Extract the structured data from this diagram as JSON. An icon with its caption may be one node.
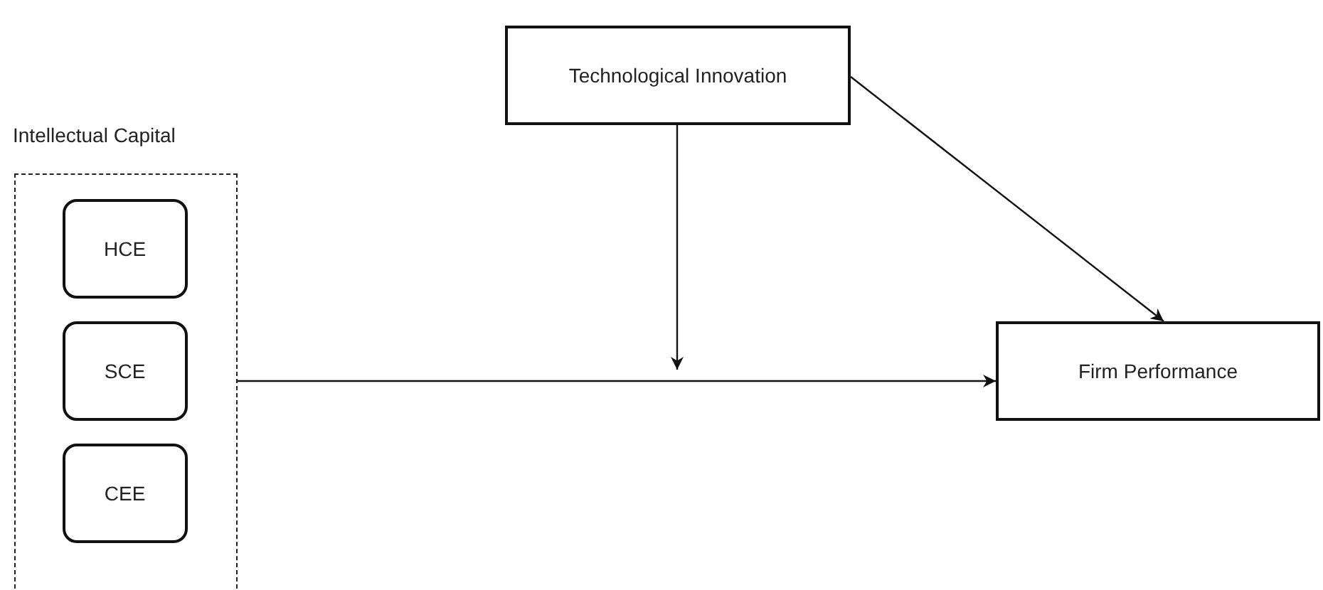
{
  "diagram": {
    "nodes": [
      {
        "text": [
          "Intellectual Capital"
        ]
      },
      {
        "text": [
          "HCE"
        ],
        "in": 0
      },
      {
        "text": [
          "SCE"
        ],
        "in": 0
      },
      {
        "text": [
          "CEE"
        ],
        "in": 0
      },
      {
        "text": [
          "Technological Innovation"
        ]
      },
      {
        "text": [
          "Firm Performance"
        ]
      }
    ],
    "edges": [
      {
        "from": 0,
        "to": 5,
        "arrow": "to"
      },
      {
        "from": 4,
        "to": null,
        "arrow": "to"
      },
      {
        "from": 4,
        "to": 5,
        "arrow": "to"
      }
    ]
  }
}
